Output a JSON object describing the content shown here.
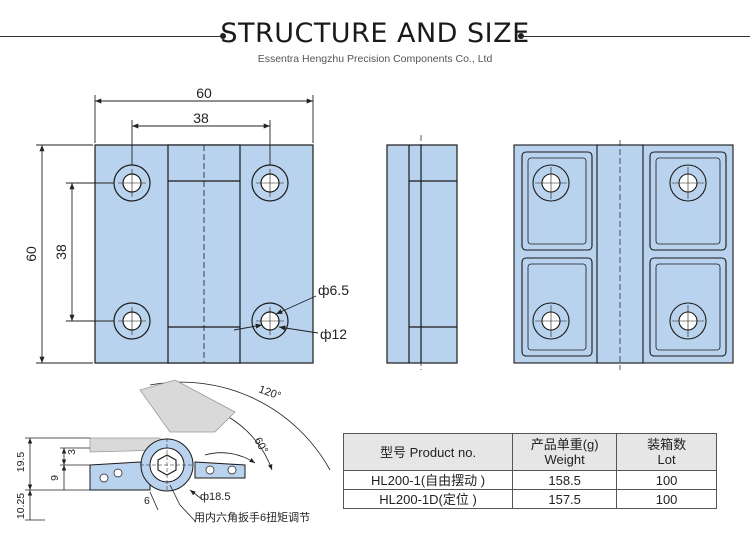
{
  "header": {
    "title": "STRUCTURE AND SIZE",
    "subtitle": "Essentra Hengzhu Precision Components Co., Ltd"
  },
  "front_view": {
    "dim_width": "60",
    "dim_hole_spacing_x": "38",
    "dim_height": "60",
    "dim_hole_spacing_y": "38",
    "dim_hole_small": "ф6.5",
    "dim_hole_large": "ф12"
  },
  "rotation_view": {
    "angle_max": "120°",
    "angle_mid": "60°",
    "dim_total_height": "19.5",
    "dim_3": "3",
    "dim_9": "9",
    "dim_10_25": "10.25",
    "dim_6": "6",
    "dim_pin": "ф18.5",
    "note": "用内六角扳手6扭矩调节"
  },
  "spec_table": {
    "headers": [
      {
        "line1": "型号 Product no.",
        "line2": ""
      },
      {
        "line1": "产品单重(g)",
        "line2": "Weight"
      },
      {
        "line1": "装箱数",
        "line2": "Lot"
      }
    ],
    "rows": [
      [
        "HL200-1(自由摆动 )",
        "158.5",
        "100"
      ],
      [
        "HL200-1D(定位 )",
        "157.5",
        "100"
      ]
    ]
  },
  "colors": {
    "part_fill": "#b9d2ee",
    "outline": "#1a1a1a"
  }
}
